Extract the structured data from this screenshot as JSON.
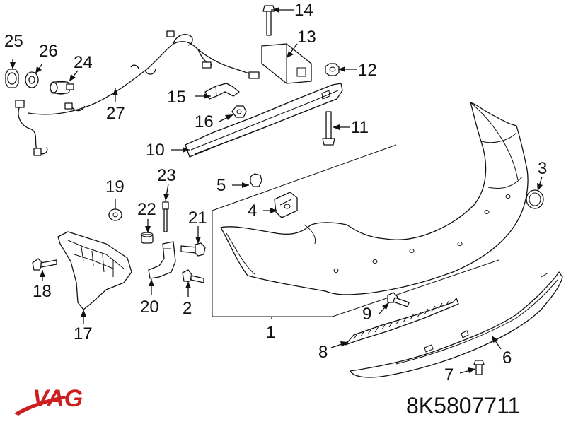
{
  "diagram": {
    "callouts": [
      "1",
      "2",
      "3",
      "4",
      "5",
      "6",
      "7",
      "8",
      "9",
      "10",
      "11",
      "12",
      "13",
      "14",
      "15",
      "16",
      "17",
      "18",
      "19",
      "20",
      "21",
      "22",
      "23",
      "24",
      "25",
      "26",
      "27"
    ]
  },
  "branding": {
    "logo_text": "VAG",
    "logo_color": "#cc1f1f",
    "part_number": "8K5807711"
  }
}
